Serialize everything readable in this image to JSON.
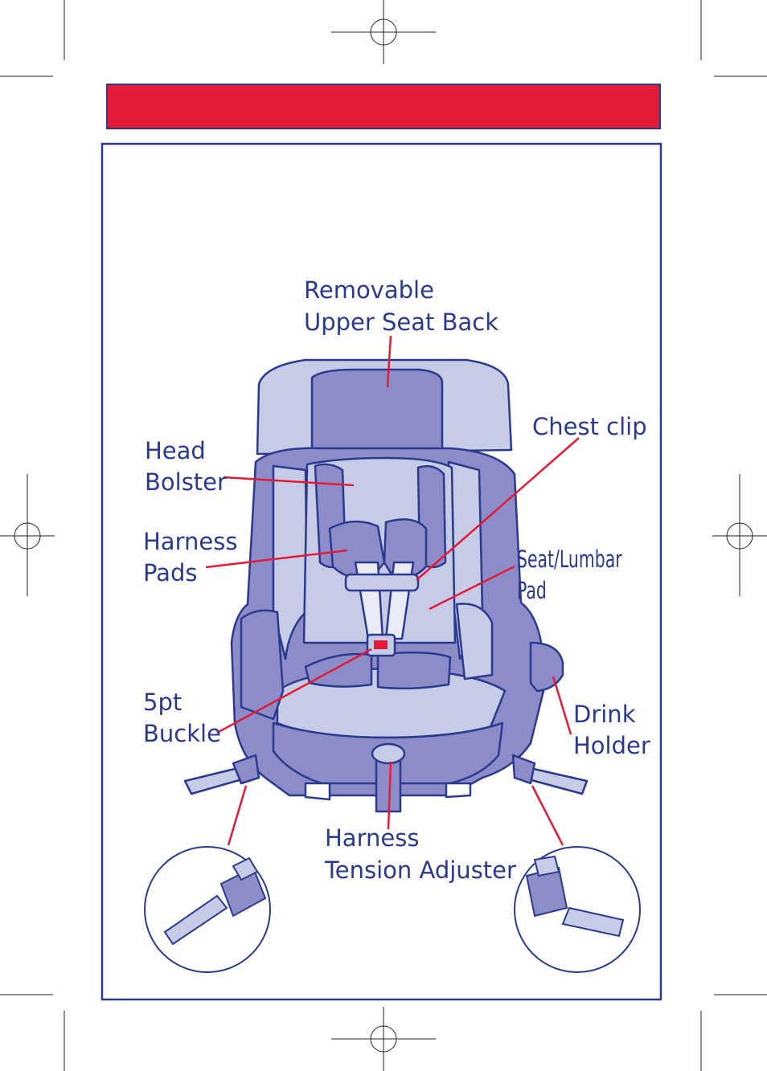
{
  "colors": {
    "header_bar": "#e31b37",
    "ink": "#2b3990",
    "leader": "#e31b37",
    "seat_dark": "#8b8cc8",
    "seat_light": "#c6cbe6",
    "strap": "#e9ebf6",
    "buckle_red": "#e31b37"
  },
  "header": {
    "title": ""
  },
  "labels": {
    "upper_back": [
      "Removable",
      "Upper Seat Back"
    ],
    "chest_clip": [
      "Chest clip"
    ],
    "head_bolster": [
      "Head",
      "Bolster"
    ],
    "harness_pads": [
      "Harness",
      "Pads"
    ],
    "seat_lumbar": [
      "Seat/Lumbar",
      "Pad"
    ],
    "buckle": [
      "5pt",
      "Buckle"
    ],
    "drink_holder": [
      "Drink",
      "Holder"
    ],
    "tension_adjuster": [
      "Harness",
      "Tension Adjuster"
    ]
  },
  "icons": [
    "registration-mark-icon",
    "crop-mark-icon"
  ]
}
